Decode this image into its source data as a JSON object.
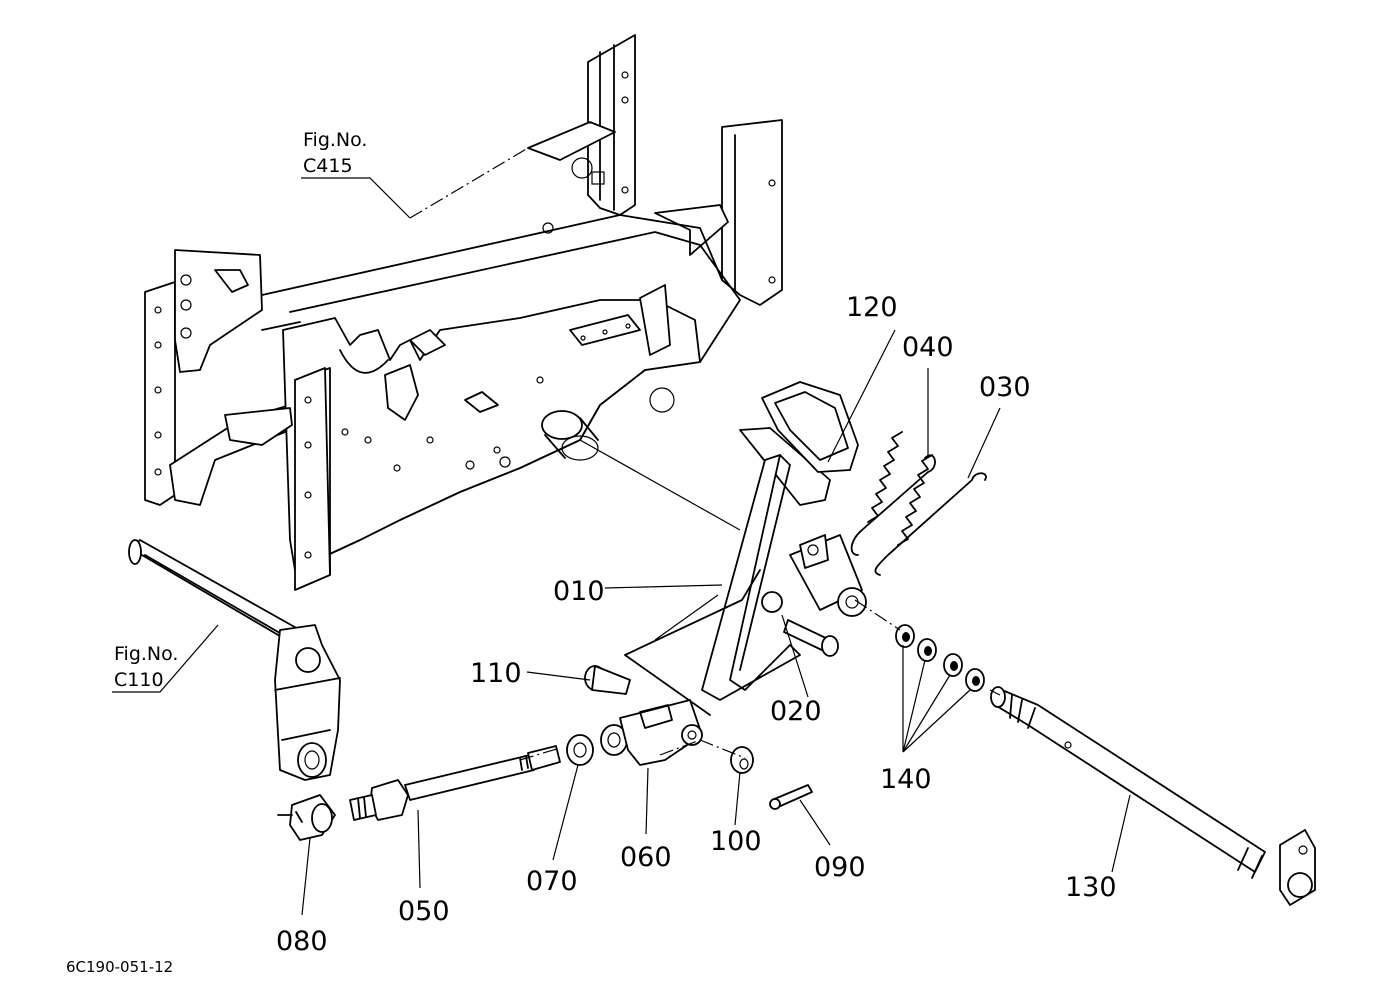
{
  "diagram": {
    "figure_code": "6C190-051-12",
    "figure_refs": [
      {
        "id": "c415",
        "line1": "Fig.No.",
        "line2": "C415"
      },
      {
        "id": "c110",
        "line1": "Fig.No.",
        "line2": "C110"
      }
    ],
    "part_labels": {
      "p010": "010",
      "p020": "020",
      "p030": "030",
      "p040": "040",
      "p050": "050",
      "p060": "060",
      "p070": "070",
      "p080": "080",
      "p090": "090",
      "p100": "100",
      "p110": "110",
      "p120": "120",
      "p130": "130",
      "p140": "140"
    }
  }
}
